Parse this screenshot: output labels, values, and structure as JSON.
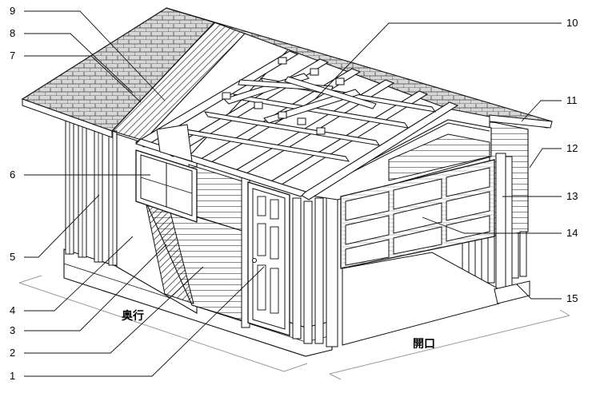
{
  "callouts": [
    {
      "id": "1",
      "label": "1"
    },
    {
      "id": "2",
      "label": "2"
    },
    {
      "id": "3",
      "label": "3"
    },
    {
      "id": "4",
      "label": "4"
    },
    {
      "id": "5",
      "label": "5"
    },
    {
      "id": "6",
      "label": "6"
    },
    {
      "id": "7",
      "label": "7"
    },
    {
      "id": "8",
      "label": "8"
    },
    {
      "id": "9",
      "label": "9"
    },
    {
      "id": "10",
      "label": "10"
    },
    {
      "id": "11",
      "label": "11"
    },
    {
      "id": "12",
      "label": "12"
    },
    {
      "id": "13",
      "label": "13"
    },
    {
      "id": "14",
      "label": "14"
    },
    {
      "id": "15",
      "label": "15"
    }
  ],
  "dimensions": {
    "depth": "奥行",
    "opening": "開口"
  }
}
